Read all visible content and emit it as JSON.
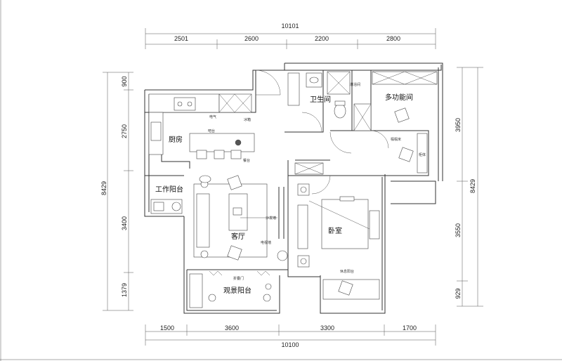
{
  "dimensions": {
    "top_total": "10101",
    "top_segments": [
      "2501",
      "2600",
      "2200",
      "2800"
    ],
    "bottom_total": "10100",
    "bottom_segments": [
      "1500",
      "3600",
      "3300",
      "1700"
    ],
    "left_total": "8429",
    "left_segments": [
      "900",
      "2750",
      "3400",
      "1379"
    ],
    "right_total": "8429",
    "right_segments": [
      "3950",
      "3550",
      "929"
    ]
  },
  "rooms": {
    "bathroom": "卫生间",
    "multi_room": "多功能间",
    "kitchen": "厨房",
    "work_balcony": "工作阳台",
    "living_room": "客厅",
    "bedroom": "卧室",
    "view_balcony": "观景阳台"
  },
  "notes": {
    "appliance_counter": "电气",
    "fridge": "冰箱",
    "bar_counter": "吧台",
    "dining_table": "餐台",
    "shower": "淋浴间",
    "cabinet": "柜体",
    "tatami": "榻榻米",
    "tv_wall": "电视墙",
    "sofa_wall": "沙发墙",
    "folding_door": "折叠门",
    "lounge_balcony": "休息阳台"
  }
}
